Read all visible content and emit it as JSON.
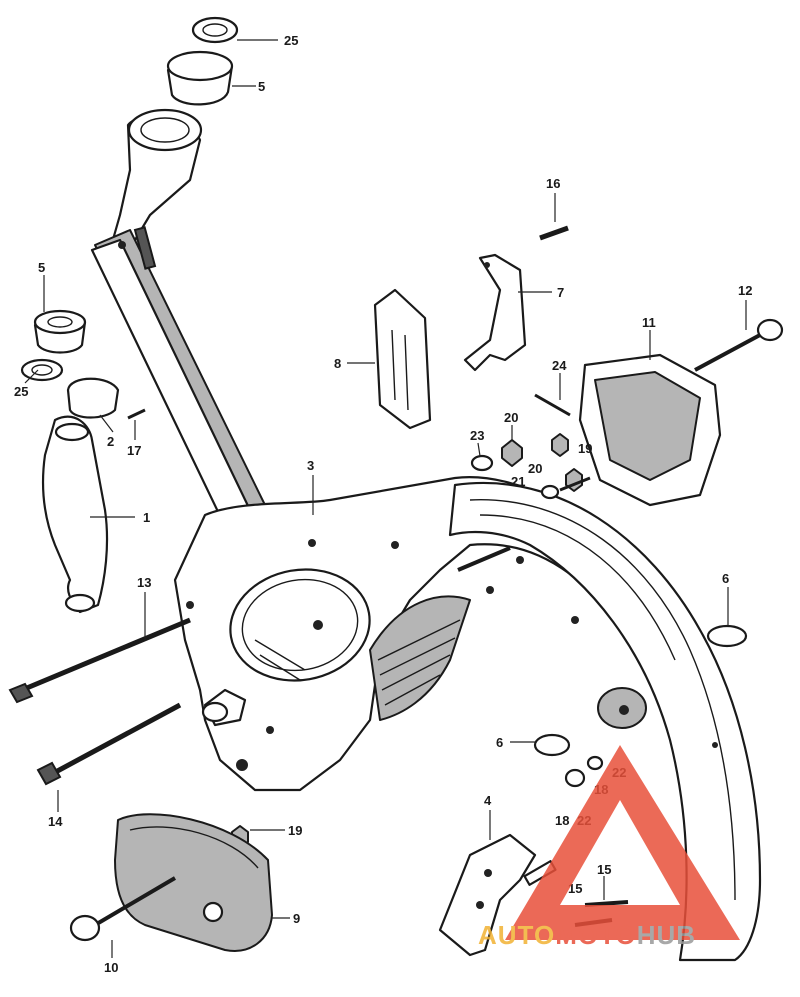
{
  "diagram": {
    "callouts": [
      {
        "id": "c25a",
        "label": "25"
      },
      {
        "id": "c5a",
        "label": "5"
      },
      {
        "id": "c5b",
        "label": "5"
      },
      {
        "id": "c25b",
        "label": "25"
      },
      {
        "id": "c2",
        "label": "2"
      },
      {
        "id": "c17",
        "label": "17"
      },
      {
        "id": "c1",
        "label": "1"
      },
      {
        "id": "c16",
        "label": "16"
      },
      {
        "id": "c7",
        "label": "7"
      },
      {
        "id": "c8",
        "label": "8"
      },
      {
        "id": "c12",
        "label": "12"
      },
      {
        "id": "c11",
        "label": "11"
      },
      {
        "id": "c24",
        "label": "24"
      },
      {
        "id": "c20a",
        "label": "20"
      },
      {
        "id": "c23",
        "label": "23"
      },
      {
        "id": "c19a",
        "label": "19"
      },
      {
        "id": "c20b",
        "label": "20"
      },
      {
        "id": "c21",
        "label": "21"
      },
      {
        "id": "c3",
        "label": "3"
      },
      {
        "id": "c13",
        "label": "13"
      },
      {
        "id": "c6a",
        "label": "6"
      },
      {
        "id": "c6b",
        "label": "6"
      },
      {
        "id": "c22a",
        "label": "22"
      },
      {
        "id": "c18a",
        "label": "18"
      },
      {
        "id": "c18b",
        "label": "18"
      },
      {
        "id": "c22b",
        "label": "22"
      },
      {
        "id": "c14",
        "label": "14"
      },
      {
        "id": "c19b",
        "label": "19"
      },
      {
        "id": "c4",
        "label": "4"
      },
      {
        "id": "c15a",
        "label": "15"
      },
      {
        "id": "c15b",
        "label": "15"
      },
      {
        "id": "c9",
        "label": "9"
      },
      {
        "id": "c10",
        "label": "10"
      }
    ]
  },
  "watermark": {
    "auto": "AUTO",
    "moto": "MOTO",
    "hub": "HUB",
    "colors": {
      "triangle": "#e8503a",
      "auto": "#f2b233",
      "moto": "#e8503a",
      "hub": "#9a9a9a"
    }
  }
}
